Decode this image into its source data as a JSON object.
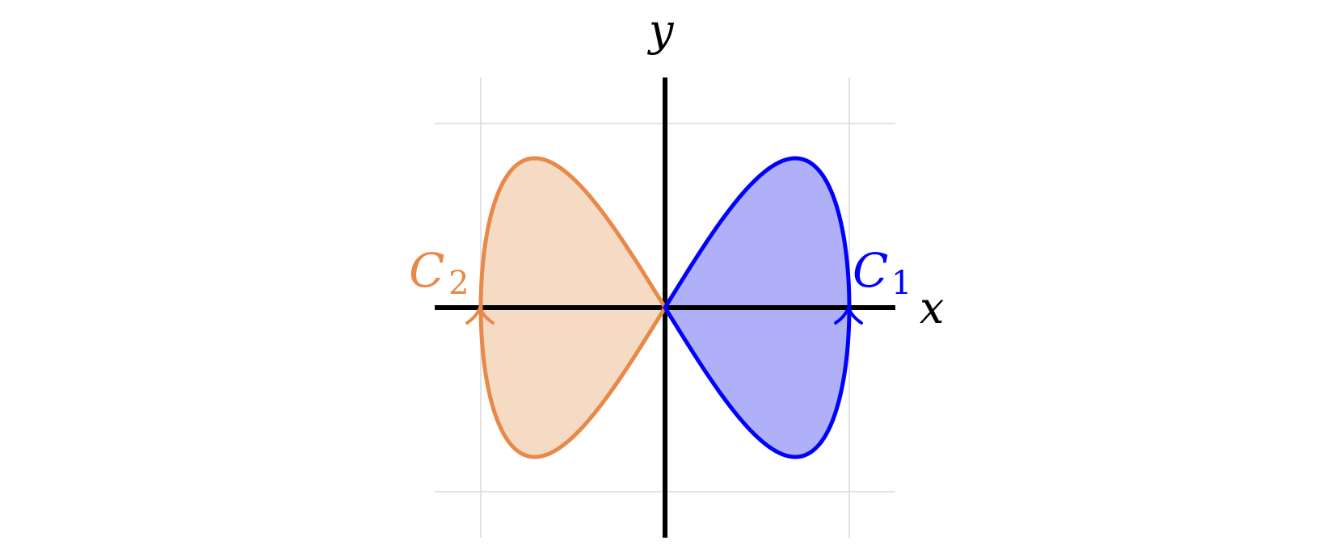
{
  "diagram": {
    "axes": {
      "x_label": "x",
      "y_label": "y",
      "axis_color": "#000000",
      "grid_color": "#d9d9d9"
    },
    "curves": [
      {
        "id": "C1",
        "label_letter": "C",
        "label_subscript": "1",
        "color": "#0000ff",
        "fill": "#b0b0f8",
        "side": "right",
        "orientation": "counterclockwise"
      },
      {
        "id": "C2",
        "label_letter": "C",
        "label_subscript": "2",
        "color": "#e8894a",
        "fill": "#f5dbc4",
        "side": "left",
        "orientation": "clockwise"
      }
    ]
  }
}
